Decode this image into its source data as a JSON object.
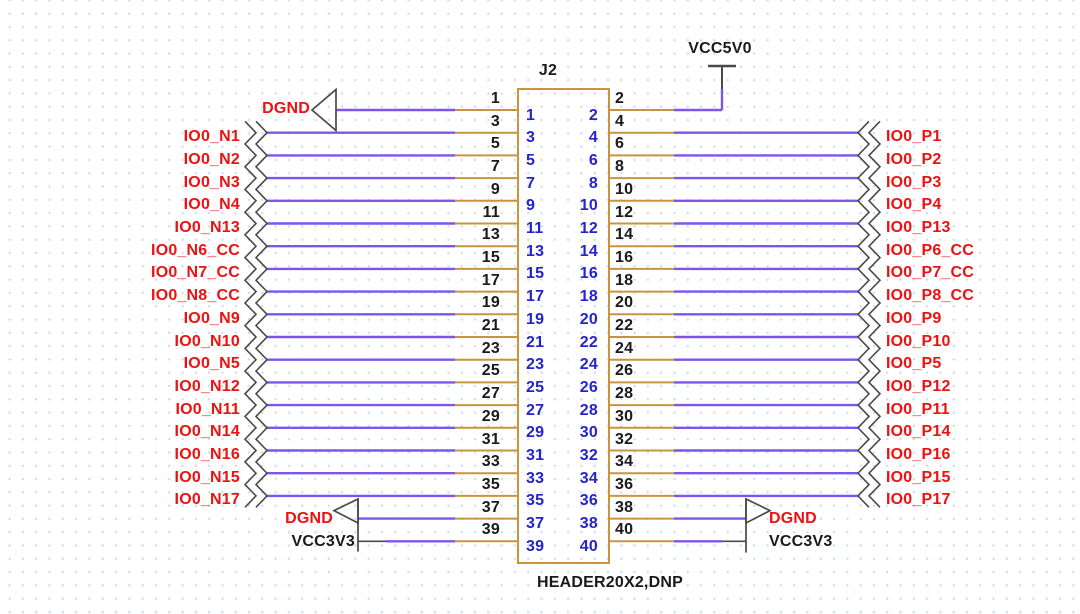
{
  "component": {
    "designator": "J2",
    "part_number": "HEADER20X2,DNP"
  },
  "colors": {
    "wire": "#7C55EC",
    "outline": "#C9943E",
    "pin_number": "#2424CE",
    "pad_number": "#1A1A1A",
    "net_label": "#EE1111",
    "symbol": "#4A4A4A",
    "background_dot": "#D2DFEF"
  },
  "rows": [
    {
      "pad_left": "1",
      "pad_right": "2",
      "net_left": "DGND",
      "net_right": "VCC5V0",
      "kind_left": "ground-arrow",
      "kind_right": "power-bar"
    },
    {
      "pad_left": "3",
      "pad_right": "4",
      "net_left": "IO0_N1",
      "net_right": "IO0_P1",
      "kind_left": "offsheet",
      "kind_right": "offsheet"
    },
    {
      "pad_left": "5",
      "pad_right": "6",
      "net_left": "IO0_N2",
      "net_right": "IO0_P2",
      "kind_left": "offsheet",
      "kind_right": "offsheet"
    },
    {
      "pad_left": "7",
      "pad_right": "8",
      "net_left": "IO0_N3",
      "net_right": "IO0_P3",
      "kind_left": "offsheet",
      "kind_right": "offsheet"
    },
    {
      "pad_left": "9",
      "pad_right": "10",
      "net_left": "IO0_N4",
      "net_right": "IO0_P4",
      "kind_left": "offsheet",
      "kind_right": "offsheet"
    },
    {
      "pad_left": "11",
      "pad_right": "12",
      "net_left": "IO0_N13",
      "net_right": "IO0_P13",
      "kind_left": "offsheet",
      "kind_right": "offsheet"
    },
    {
      "pad_left": "13",
      "pad_right": "14",
      "net_left": "IO0_N6_CC",
      "net_right": "IO0_P6_CC",
      "kind_left": "offsheet",
      "kind_right": "offsheet"
    },
    {
      "pad_left": "15",
      "pad_right": "16",
      "net_left": "IO0_N7_CC",
      "net_right": "IO0_P7_CC",
      "kind_left": "offsheet",
      "kind_right": "offsheet"
    },
    {
      "pad_left": "17",
      "pad_right": "18",
      "net_left": "IO0_N8_CC",
      "net_right": "IO0_P8_CC",
      "kind_left": "offsheet",
      "kind_right": "offsheet"
    },
    {
      "pad_left": "19",
      "pad_right": "20",
      "net_left": "IO0_N9",
      "net_right": "IO0_P9",
      "kind_left": "offsheet",
      "kind_right": "offsheet"
    },
    {
      "pad_left": "21",
      "pad_right": "22",
      "net_left": "IO0_N10",
      "net_right": "IO0_P10",
      "kind_left": "offsheet",
      "kind_right": "offsheet"
    },
    {
      "pad_left": "23",
      "pad_right": "24",
      "net_left": "IO0_N5",
      "net_right": "IO0_P5",
      "kind_left": "offsheet",
      "kind_right": "offsheet"
    },
    {
      "pad_left": "25",
      "pad_right": "26",
      "net_left": "IO0_N12",
      "net_right": "IO0_P12",
      "kind_left": "offsheet",
      "kind_right": "offsheet"
    },
    {
      "pad_left": "27",
      "pad_right": "28",
      "net_left": "IO0_N11",
      "net_right": "IO0_P11",
      "kind_left": "offsheet",
      "kind_right": "offsheet"
    },
    {
      "pad_left": "29",
      "pad_right": "30",
      "net_left": "IO0_N14",
      "net_right": "IO0_P14",
      "kind_left": "offsheet",
      "kind_right": "offsheet"
    },
    {
      "pad_left": "31",
      "pad_right": "32",
      "net_left": "IO0_N16",
      "net_right": "IO0_P16",
      "kind_left": "offsheet",
      "kind_right": "offsheet"
    },
    {
      "pad_left": "33",
      "pad_right": "34",
      "net_left": "IO0_N15",
      "net_right": "IO0_P15",
      "kind_left": "offsheet",
      "kind_right": "offsheet"
    },
    {
      "pad_left": "35",
      "pad_right": "36",
      "net_left": "IO0_N17",
      "net_right": "IO0_P17",
      "kind_left": "offsheet",
      "kind_right": "offsheet"
    },
    {
      "pad_left": "37",
      "pad_right": "38",
      "net_left": "DGND",
      "net_right": "DGND",
      "kind_left": "ground-arrow-small",
      "kind_right": "ground-arrow-small"
    },
    {
      "pad_left": "39",
      "pad_right": "40",
      "net_left": "VCC3V3",
      "net_right": "VCC3V3",
      "kind_left": "power-stub",
      "kind_right": "power-stub"
    }
  ]
}
